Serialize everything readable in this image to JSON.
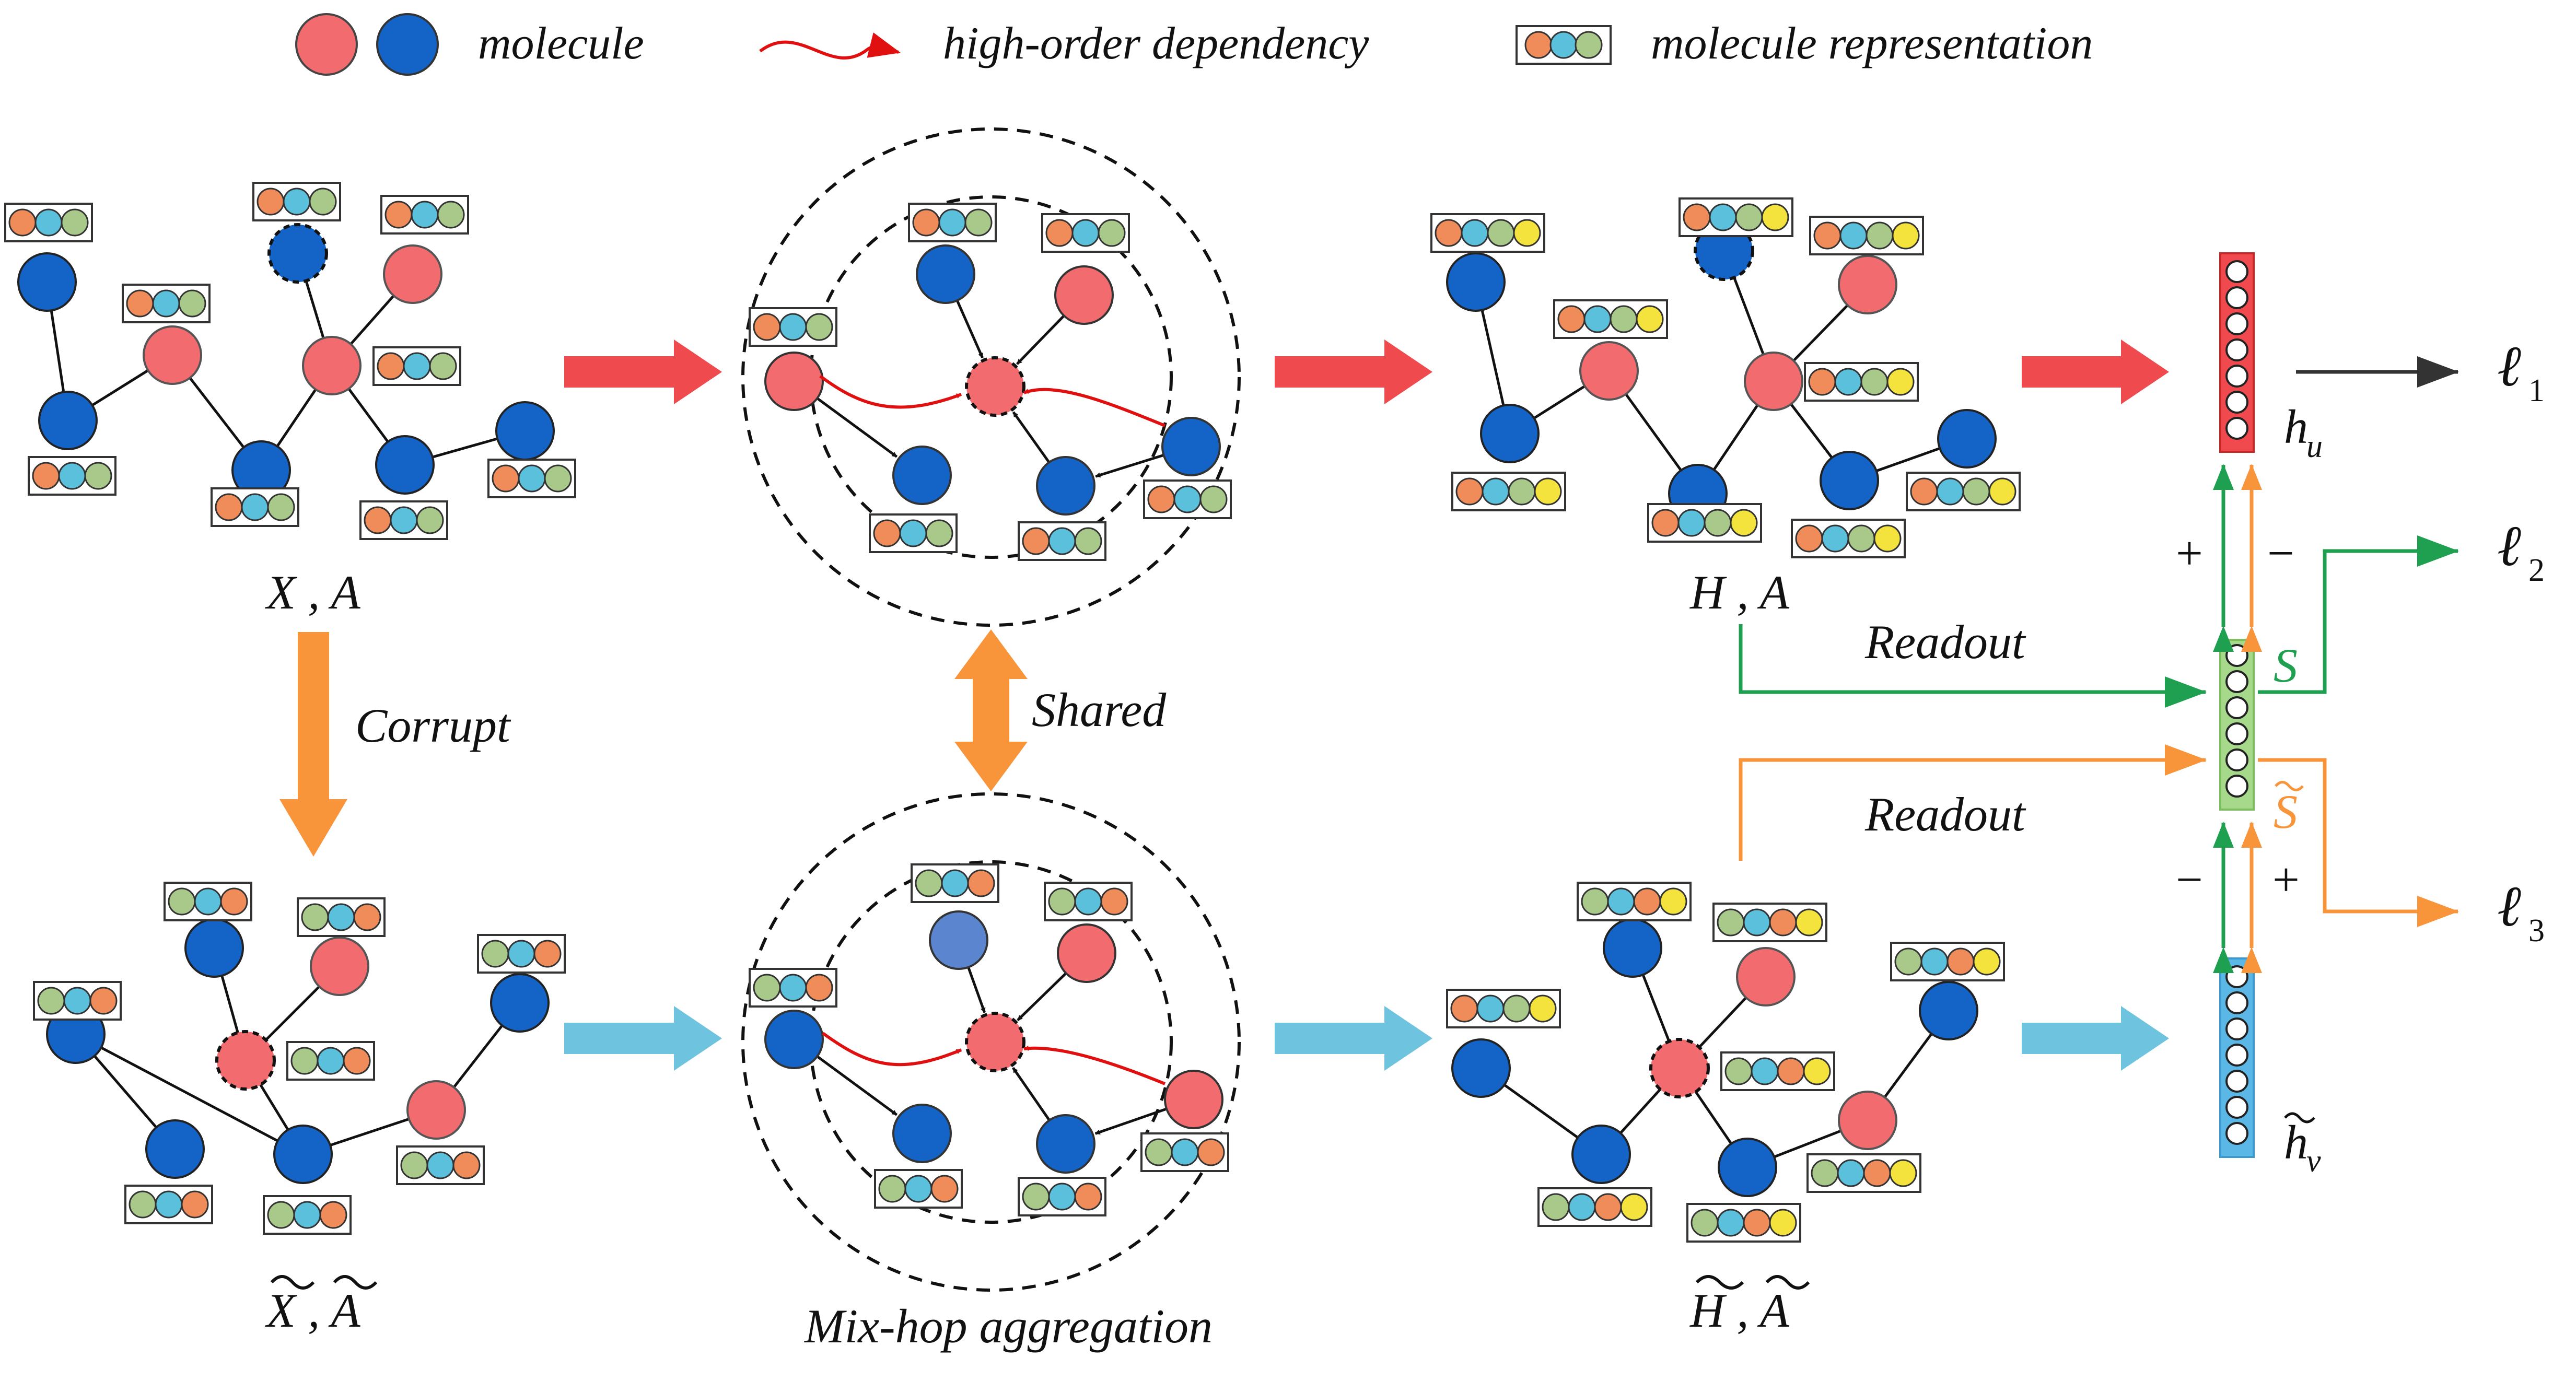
{
  "legend": {
    "molecule": "molecule",
    "dependency": "high-order dependency",
    "representation": "molecule representation"
  },
  "labels": {
    "xa": "X , A",
    "xa_tilde": "X , A",
    "ha": "H , A",
    "ha_tilde": "H , A",
    "corrupt": "Corrupt",
    "shared": "Shared",
    "mixhop": "Mix-hop aggregation",
    "readout_top": "Readout",
    "readout_bottom": "Readout",
    "hu_letter": "h",
    "hu_sub": "u",
    "hv_letter": "h",
    "hv_sub": "v",
    "s": "S",
    "s_tilde": "S",
    "plus_top": "+",
    "minus_top": "−",
    "minus_bottom": "−",
    "plus_bottom": "+",
    "ell": "ℓ",
    "ell1_sub": "1",
    "ell2_sub": "2",
    "ell3_sub": "3"
  },
  "colors": {
    "red_node": "#F26B6F",
    "blue_node": "#1464C8",
    "light_blue_node": "#5B86CF",
    "feat_orange": "#F08C5A",
    "feat_cyan": "#5BC0DC",
    "feat_green": "#A9C98A",
    "feat_yellow": "#F4E33C",
    "red_arrow": "#EF4B4F",
    "cyan_arrow": "#6EC3DE",
    "orange_arrow": "#F8943A",
    "green_line": "#1FA050",
    "dependency_red": "#E01010",
    "hu_fill": "#F04A4E",
    "s_fill": "#A6D98A",
    "hv_fill": "#5BB8E6"
  },
  "icons": {
    "legend_molecule": "circle-icon",
    "legend_dependency": "curved-arrow-icon",
    "legend_representation": "feature-box-icon"
  }
}
